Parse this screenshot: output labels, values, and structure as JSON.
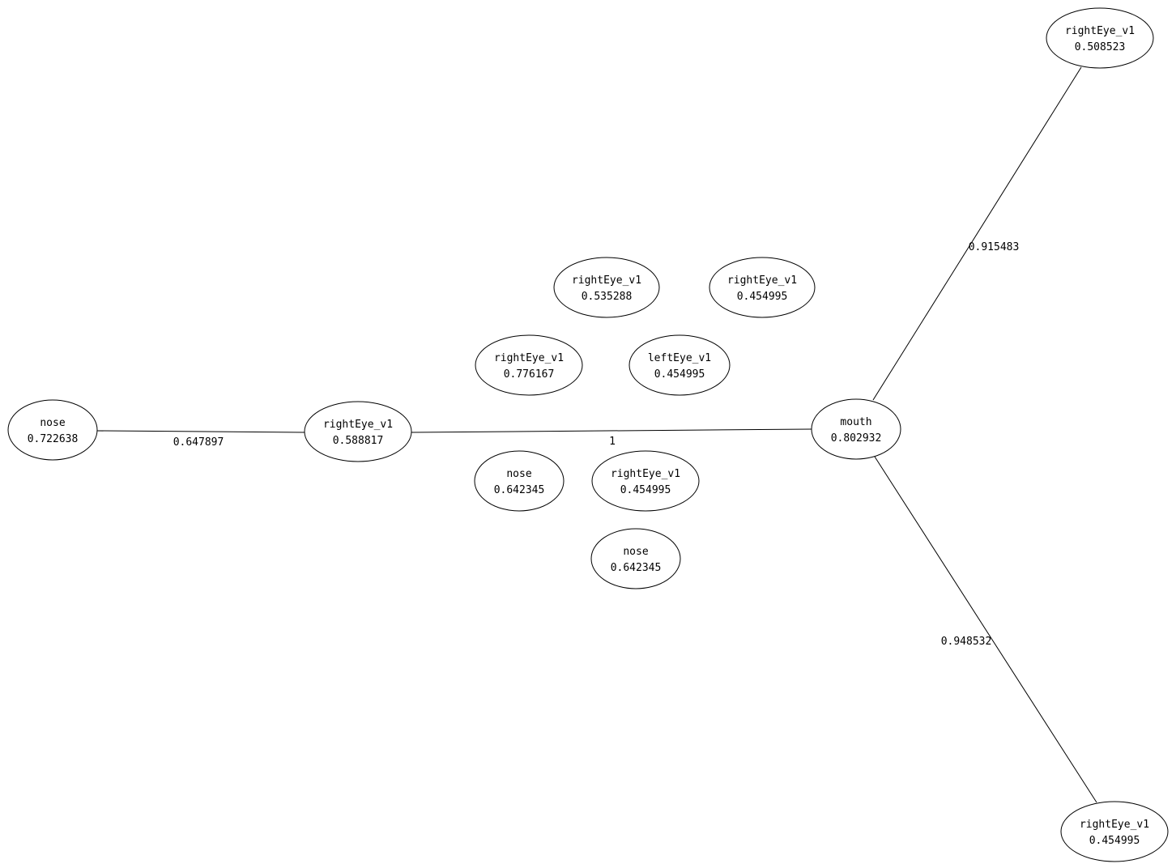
{
  "graph": {
    "nodes": [
      {
        "id": "n0",
        "label": "nose",
        "value": "0.722638"
      },
      {
        "id": "n1",
        "label": "rightEye_v1",
        "value": "0.588817"
      },
      {
        "id": "n2",
        "label": "mouth",
        "value": "0.802932"
      },
      {
        "id": "n3",
        "label": "rightEye_v1",
        "value": "0.508523"
      },
      {
        "id": "n4",
        "label": "rightEye_v1",
        "value": "0.454995"
      },
      {
        "id": "n5",
        "label": "rightEye_v1",
        "value": "0.535288"
      },
      {
        "id": "n6",
        "label": "rightEye_v1",
        "value": "0.454995"
      },
      {
        "id": "n7",
        "label": "rightEye_v1",
        "value": "0.776167"
      },
      {
        "id": "n8",
        "label": "leftEye_v1",
        "value": "0.454995"
      },
      {
        "id": "n9",
        "label": "nose",
        "value": "0.642345"
      },
      {
        "id": "n10",
        "label": "rightEye_v1",
        "value": "0.454995"
      },
      {
        "id": "n11",
        "label": "nose",
        "value": "0.642345"
      }
    ],
    "edges": [
      {
        "source": "n0",
        "target": "n1",
        "label": "0.647897"
      },
      {
        "source": "n1",
        "target": "n2",
        "label": "1"
      },
      {
        "source": "n2",
        "target": "n3",
        "label": "0.915483"
      },
      {
        "source": "n2",
        "target": "n4",
        "label": "0.948532"
      }
    ]
  }
}
